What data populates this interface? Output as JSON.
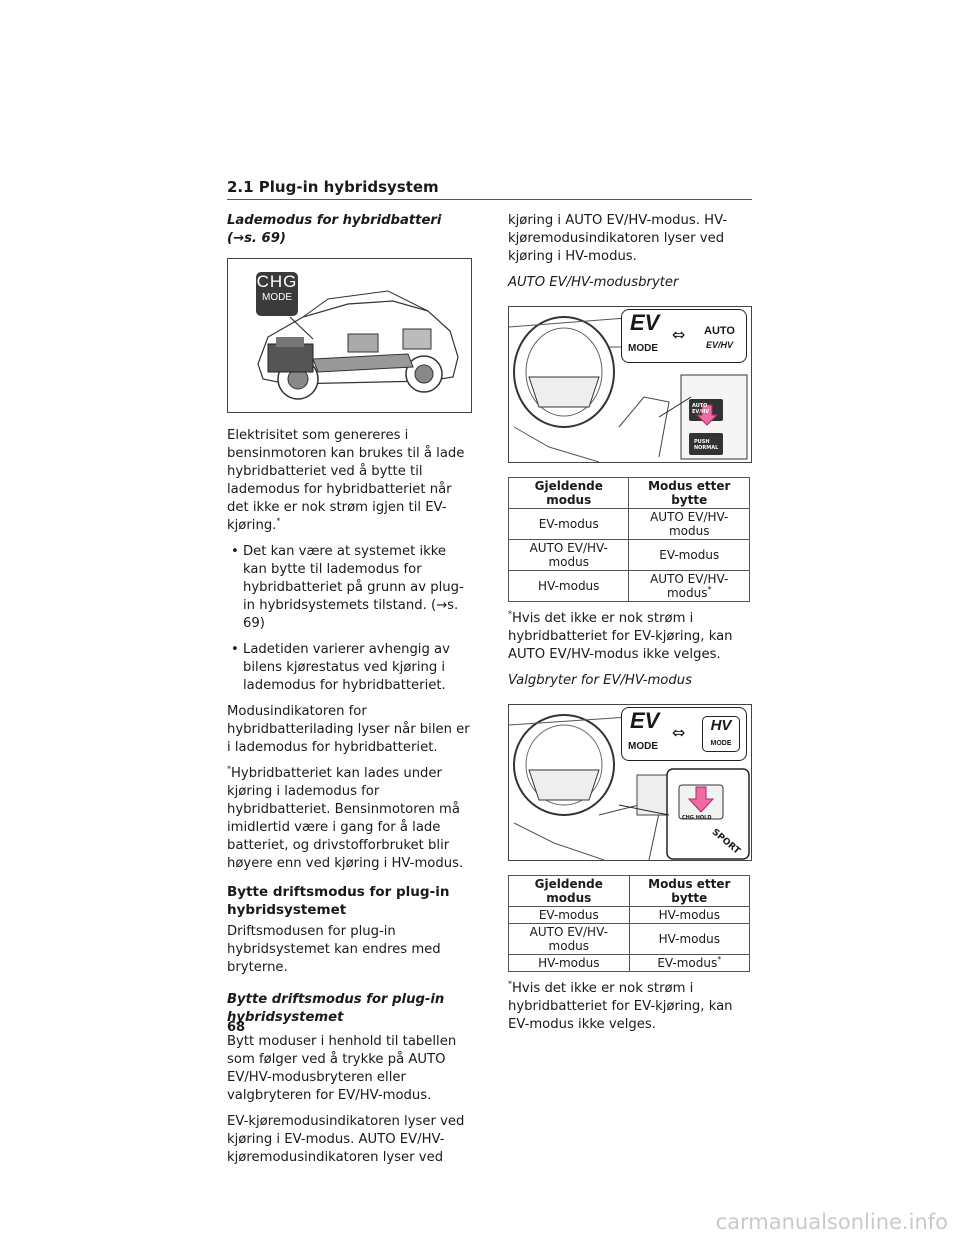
{
  "header": {
    "section": "2.1 Plug-in hybridsystem"
  },
  "left": {
    "title": "Lademodus for hybridbatteri (→s. 69)",
    "figure1": {
      "badge_top": "CHG",
      "badge_bottom": "MODE"
    },
    "para1": "Elektrisitet som genereres i bensinmotoren kan brukes til å lade hybridbatteriet ved å bytte til lademodus for hybridbatteriet når det ikke er nok strøm igjen til EV-kjøring.",
    "para1_mark": "*",
    "bullets": [
      "Det kan være at systemet ikke kan bytte til lademodus for hybridbatteriet på grunn av plug-in hybridsystemets tilstand. (→s. 69)",
      "Ladetiden varierer avhengig av bilens kjørestatus ved kjøring i lademodus for hybridbatteriet."
    ],
    "para2": "Modusindikatoren for hybridbatterilading lyser når bilen er i lademodus for hybridbatteriet.",
    "note_mark": "*",
    "note": "Hybridbatteriet kan lades under kjøring i lademodus for hybridbatteriet. Bensinmotoren må imidlertid være i gang for å lade batteriet, og drivstofforbruket blir høyere enn ved kjøring i HV-modus.",
    "heading": "Bytte driftsmodus for plug-in hybridsystemet",
    "para3": "Driftsmodusen for plug-in hybridsystemet kan endres med bryterne.",
    "subheading": "Bytte driftsmodus for plug-in hybridsystemet",
    "para4": "Bytt moduser i henhold til tabellen som følger ved å trykke på AUTO EV/HV-modusbryteren eller valgbryteren for EV/HV-modus.",
    "para5": "EV-kjøremodusindikatoren lyser ved kjøring i EV-modus. AUTO EV/HV-kjøremodusindikatoren lyser ved"
  },
  "right": {
    "para_cont": "kjøring i AUTO EV/HV-modus. HV-kjøremodusindikatoren lyser ved kjøring i HV-modus.",
    "caption1": "AUTO EV/HV-modusbryter",
    "figure2": {
      "ev": "EV",
      "mode": "MODE",
      "auto": "AUTO",
      "evhv": "EV/HV",
      "btn_auto": "AUTO",
      "btn_evhv": "EV/HV",
      "push": "PUSH",
      "normal": "NORMAL"
    },
    "table1": {
      "headers": [
        "Gjeldende modus",
        "Modus etter bytte"
      ],
      "rows": [
        [
          "EV-modus",
          "AUTO EV/HV-modus",
          ""
        ],
        [
          "AUTO EV/HV-modus",
          "EV-modus",
          ""
        ],
        [
          "HV-modus",
          "AUTO EV/HV-modus",
          "*"
        ]
      ]
    },
    "note1_mark": "*",
    "note1": "Hvis det ikke er nok strøm i hybridbatteriet for EV-kjøring, kan AUTO EV/HV-modus ikke velges.",
    "caption2": "Valgbryter for EV/HV-modus",
    "figure3": {
      "ev": "EV",
      "mode": "MODE",
      "hv": "HV",
      "hv_mode": "MODE",
      "chg": "CHG HOLD",
      "sport": "SPORT"
    },
    "table2": {
      "headers": [
        "Gjeldende modus",
        "Modus etter bytte"
      ],
      "rows": [
        [
          "EV-modus",
          "HV-modus",
          ""
        ],
        [
          "AUTO EV/HV-modus",
          "HV-modus",
          ""
        ],
        [
          "HV-modus",
          "EV-modus",
          "*"
        ]
      ]
    },
    "note2_mark": "*",
    "note2": "Hvis det ikke er nok strøm i hybridbatteriet for EV-kjøring, kan EV-modus ikke velges."
  },
  "page_number": "68",
  "watermark": "carmanualsonline.info"
}
